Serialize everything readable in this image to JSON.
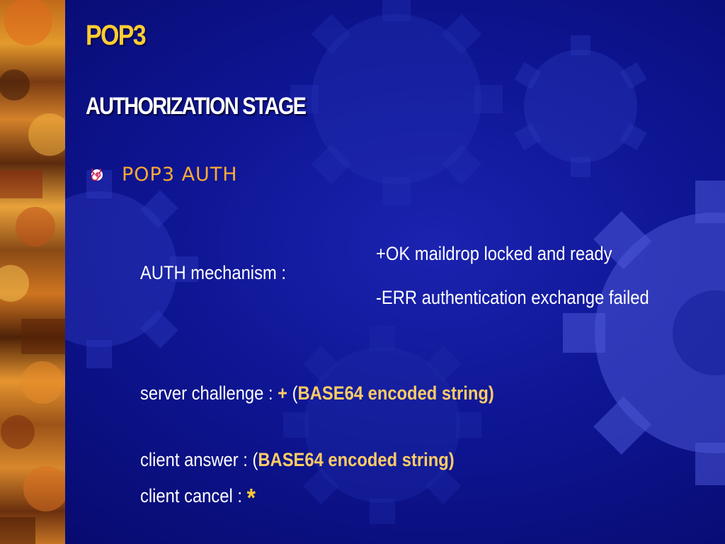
{
  "slide": {
    "title": "POP3",
    "subtitle": "AUTHORIZATION STAGE",
    "bullet": {
      "icon": "spiral-bullet-icon",
      "text": "POP3 AUTH"
    },
    "auth_mechanism_label": "AUTH mechanism :",
    "responses": {
      "ok": "+OK maildrop locked and ready",
      "err": "-ERR authentication exchange failed"
    },
    "server_challenge": {
      "label": "server challenge : ",
      "plus": "+",
      "open_paren": " (",
      "value": "BASE64 encoded string)"
    },
    "client_answer": {
      "label": "client answer : (",
      "value": "BASE64 encoded string)"
    },
    "client_cancel": {
      "label": "client cancel : ",
      "value": "*"
    }
  },
  "colors": {
    "background": "#0a0e7c",
    "title": "#ffcc33",
    "bullet_text": "#ffaa33",
    "body_text": "#ffffff",
    "accent": "#ffcc66"
  }
}
